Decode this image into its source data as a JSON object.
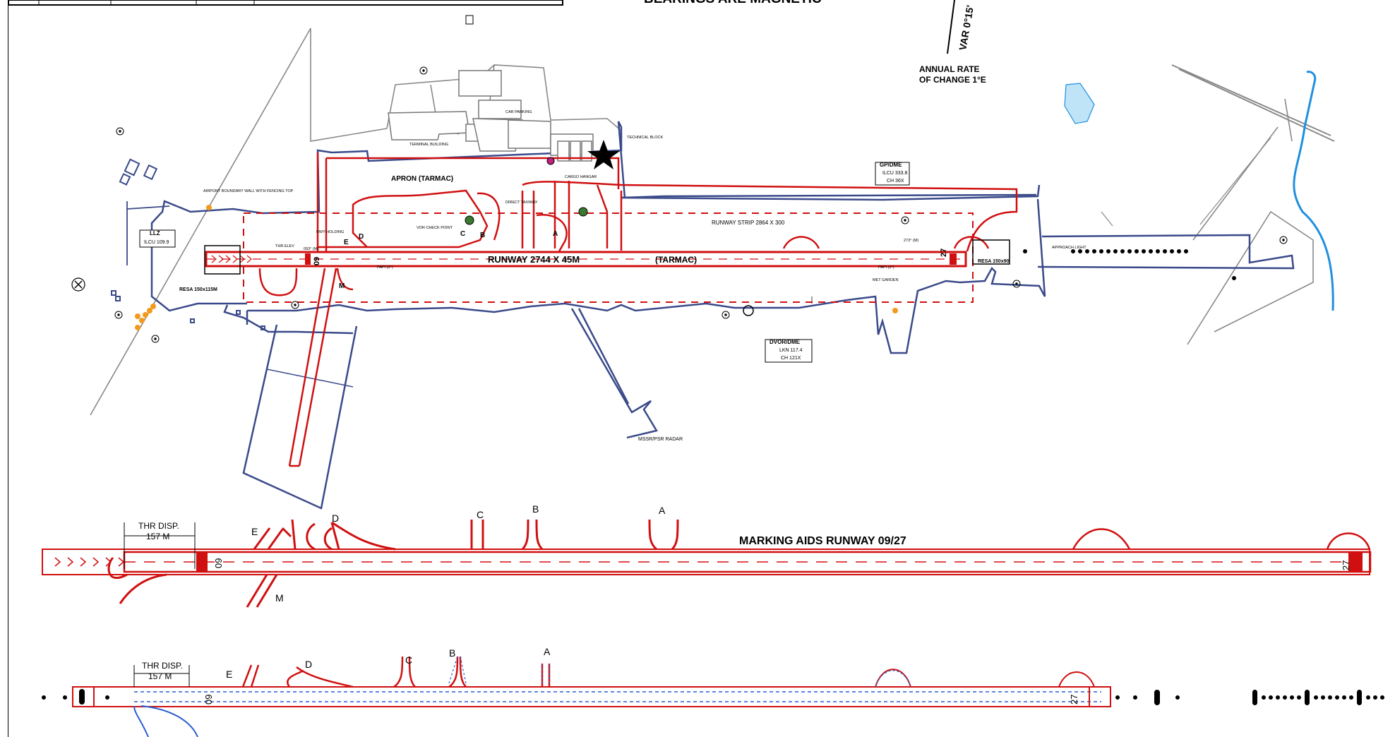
{
  "header": {
    "title_fragment": "BEARINGS ARE MAGNETIC",
    "var_label": "VAR 0°15'",
    "annual_rate_line1": "ANNUAL RATE",
    "annual_rate_line2": "OF CHANGE 1°E"
  },
  "aerodrome": {
    "apron_label": "APRON (TARMAC)",
    "runway_label": "RUNWAY 2744 X 45M",
    "runway_surface": "(TARMAC)",
    "runway_strip": "RUNWAY STRIP 2864 X 300",
    "rwy_end_west": "09",
    "rwy_end_east": "27",
    "resa_west": "RESA 150x115M",
    "resa_east": "RESA 150x90",
    "papi_09": "PAPI (3°)",
    "papi_27": "PAPI (3°)",
    "heading_09": "093° (M)",
    "heading_27": "273° (M)",
    "thr_elev": "THR ELEV",
    "rwy_holding": "RWY HOLDING",
    "vor_check": "VOR CHECK POINT",
    "direct_twy": "DIRECT TAXIWAY",
    "met_garden": "MET GARDEN",
    "twy_m_label": "M",
    "twy_e_label": "E",
    "twy_d_label": "D",
    "twy_c_label": "C",
    "twy_b_label": "B",
    "twy_a_label": "A",
    "boundary_wall": "AIRPORT BOUNDARY WALL WITH FENCING TOP",
    "technical_block": "TECHNICAL BLOCK",
    "terminal_building": "TERMINAL BUILDING",
    "car_parking": "CAR PARKING",
    "cargo_hangar": "CARGO HANGAR"
  },
  "navaids": {
    "llz_title": "LLZ",
    "llz_freq": "ILCU 109.9",
    "gp_title": "GP/DME",
    "gp_freq": "ILCU 333.8",
    "gp_ch": "CH 36X",
    "dvor_title": "DVOR/DME",
    "dvor_freq": "LKN 117.4",
    "dvor_ch": "CH 121X",
    "radar": "MSSR/PSR RADAR",
    "approach_light": "APPROACH LIGHT"
  },
  "marking_aids": {
    "title": "MARKING AIDS RUNWAY 09/27",
    "thr_disp": "THR DISP.",
    "thr_dist": "157 M",
    "rwy_09": "09",
    "rwy_27": "27",
    "twy_e": "E",
    "twy_d": "D",
    "twy_c": "C",
    "twy_b": "B",
    "twy_a": "A",
    "twy_m": "M"
  },
  "lighting_aids": {
    "thr_disp": "THR DISP.",
    "thr_dist": "157 M",
    "rwy_09": "09",
    "rwy_27": "27",
    "twy_e": "E",
    "twy_d": "D",
    "twy_c": "C",
    "twy_b": "B",
    "twy_a": "A"
  },
  "colors": {
    "runway_red": "#d01010",
    "boundary_blue": "#3a4a8a",
    "water_blue": "#1f8fe0",
    "pond_fill": "#bfe3f7",
    "beacon_orange": "#f39a1e"
  }
}
